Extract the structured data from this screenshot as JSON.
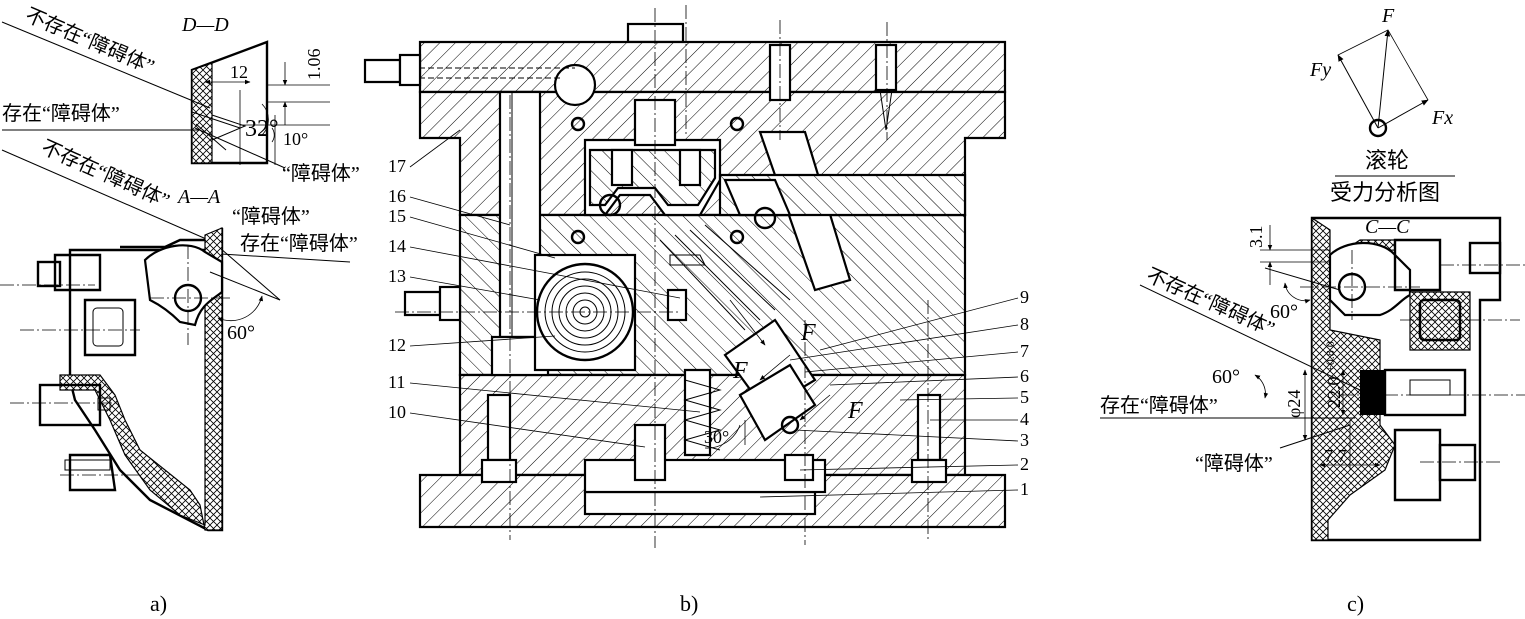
{
  "panel_a": {
    "section_dd": "D—D",
    "section_aa": "A—A",
    "no_obstacle_1": "不存在“障碍体”",
    "obstacle_exists_1": "存在“障碍体”",
    "obstacle_1": "“障碍体”",
    "no_obstacle_2": "不存在“障碍体”",
    "obstacle_2": "“障碍体”",
    "obstacle_exists_2": "存在“障碍体”",
    "dim_12": "12",
    "dim_106": "1.06",
    "dim_32": "32°",
    "dim_10": "10°",
    "dim_60": "60°",
    "caption": "a)"
  },
  "panel_b": {
    "labels_left": [
      "17",
      "16",
      "15",
      "14",
      "13",
      "12",
      "11",
      "10"
    ],
    "labels_right": [
      "9",
      "8",
      "7",
      "6",
      "5",
      "4",
      "3",
      "2",
      "1"
    ],
    "force_f": "F",
    "angle_30": "30°",
    "caption": "b)"
  },
  "panel_c": {
    "force_f": "F",
    "force_fy": "Fy",
    "force_fx": "Fx",
    "roller": "滚轮",
    "force_diagram": "受力分析图",
    "section_cc": "C—C",
    "dim_31": "3.1",
    "dim_60a": "60°",
    "no_obstacle": "不存在“障碍体”",
    "dim_60b": "60°",
    "obstacle_exists": "存在“障碍体”",
    "dim_phi24": "φ24",
    "dim_220": "22.0",
    "dim_tol": "+0.8 0",
    "dim_77": "7.7",
    "obstacle": "“障碍体”",
    "caption": "c)"
  }
}
